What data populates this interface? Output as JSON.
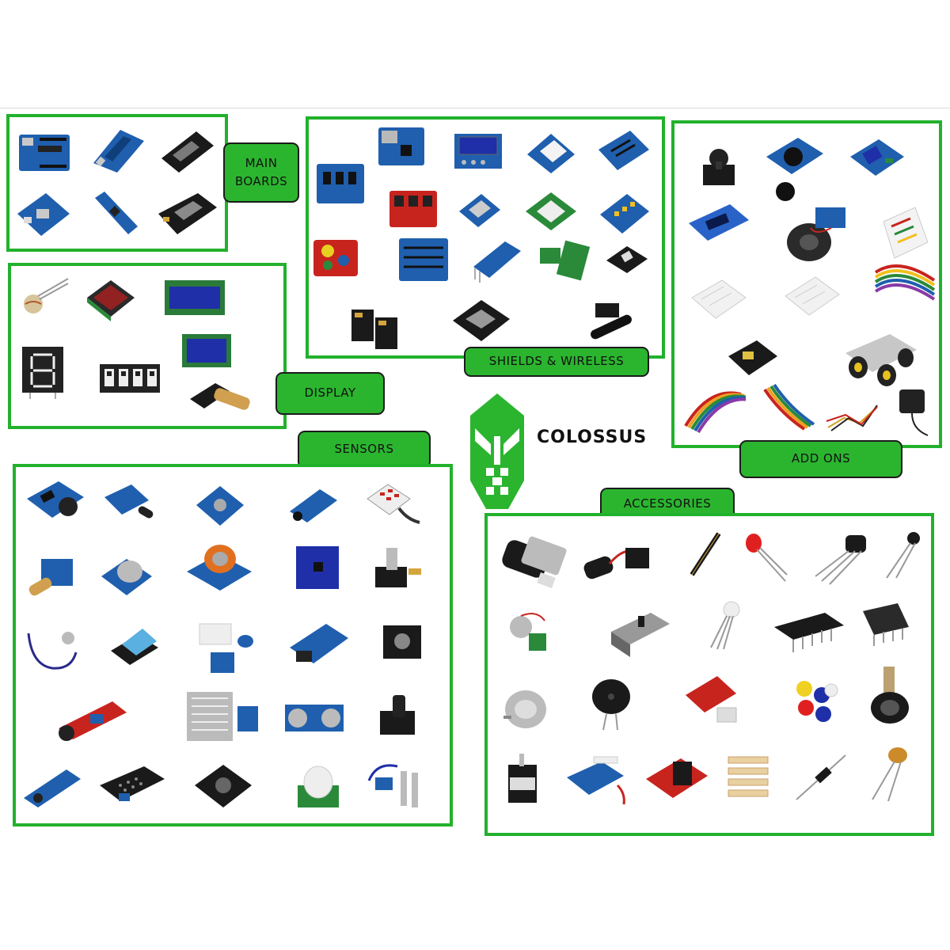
{
  "brand": {
    "name": "COLOSSUS",
    "color": "#2bb52f"
  },
  "colors": {
    "panel_border": "#22b12c",
    "tag_fill": "#2bb52f",
    "tag_border": "#1b1b1b",
    "pcb_blue": "#1f5fae",
    "pcb_red": "#c8241e",
    "pcb_black": "#1a1a1a"
  },
  "sections": {
    "main_boards": {
      "label": "MAIN\nBOARDS",
      "items": [
        "arduino-uno-board-icon",
        "arduino-mega-board-icon",
        "esp32-board-icon",
        "wemos-d1-board-icon",
        "arduino-nano-board-icon",
        "nodemcu-board-icon"
      ]
    },
    "display": {
      "label": "DISPLAY",
      "items": [
        "ldr-sensor-icon",
        "led-matrix-module-icon",
        "lcd-1602-icon",
        "seven-segment-digit-icon",
        "four-digit-display-icon",
        "lcd-2004-icon",
        "laser-module-icon"
      ]
    },
    "shields_wireless": {
      "label": "SHIELDS & WIRELESS",
      "items": [
        "motor-shield-icon",
        "ethernet-shield-icon",
        "lcd-keypad-shield-icon",
        "proto-shield-icon",
        "sensor-shield-icon",
        "cnc-shield-icon",
        "sd-card-module-icon",
        "mini-breadboard-shield-icon",
        "io-expansion-shield-icon",
        "joystick-shield-icon",
        "sensor-shield-v5-icon",
        "hc05-bluetooth-icon",
        "rf-433-module-icon",
        "nrf24l01-module-icon",
        "nrf24-pair-icon",
        "esp8266-module-icon",
        "antenna-module-icon"
      ]
    },
    "add_ons": {
      "label": "ADD ONS",
      "items": [
        "joystick-module-icon",
        "camera-module-icon",
        "relay-module-icon",
        "usb-tester-icon",
        "speaker-icon",
        "jumper-wire-kit-icon",
        "breadboard-icon",
        "breadboard-half-icon",
        "ribbon-cable-icon",
        "power-supply-module-icon",
        "robot-car-chassis-icon",
        "dupont-wires-icon",
        "dupont-wires-bundle-icon",
        "wire-jumpers-icon",
        "power-adapter-icon"
      ]
    },
    "sensors": {
      "label": "SENSORS",
      "items": [
        "rtc-module-icon",
        "ir-sensor-icon",
        "gy-module-icon",
        "flame-sensor-icon",
        "keypad-icon",
        "laser-receiver-icon",
        "mq-gas-sensor-icon",
        "mq3-sensor-icon",
        "mpu6050-icon",
        "rotary-encoder-icon",
        "heartbeat-sensor-icon",
        "dht11-icon",
        "rfid-kit-icon",
        "limit-switch-module-icon",
        "hall-sensor-icon",
        "sound-sensor-icon",
        "rain-sensor-icon",
        "ultrasonic-sensor-icon",
        "tilt-switch-icon",
        "line-tracker-icon",
        "ir-remote-icon",
        "relay-board-icon",
        "pir-sensor-icon",
        "soil-moisture-sensor-icon"
      ]
    },
    "accessories": {
      "label": "ACCESSORIES",
      "items": [
        "usb-flash-drive-icon",
        "battery-clip-icon",
        "pin-header-icon",
        "led-icon",
        "transistor-icon",
        "thermistor-icon",
        "stepper-driver-board-icon",
        "slide-switch-icon",
        "rgb-led-icon",
        "ic-chip-icon",
        "ic-chip-small-icon",
        "dc-motor-icon",
        "buzzer-icon",
        "a4988-driver-icon",
        "push-buttons-icon",
        "potentiometer-icon",
        "stepper-motor-icon",
        "servo-motor-icon",
        "l298n-driver-icon",
        "resistors-icon",
        "diode-icon",
        "ceramic-capacitor-icon"
      ]
    }
  }
}
